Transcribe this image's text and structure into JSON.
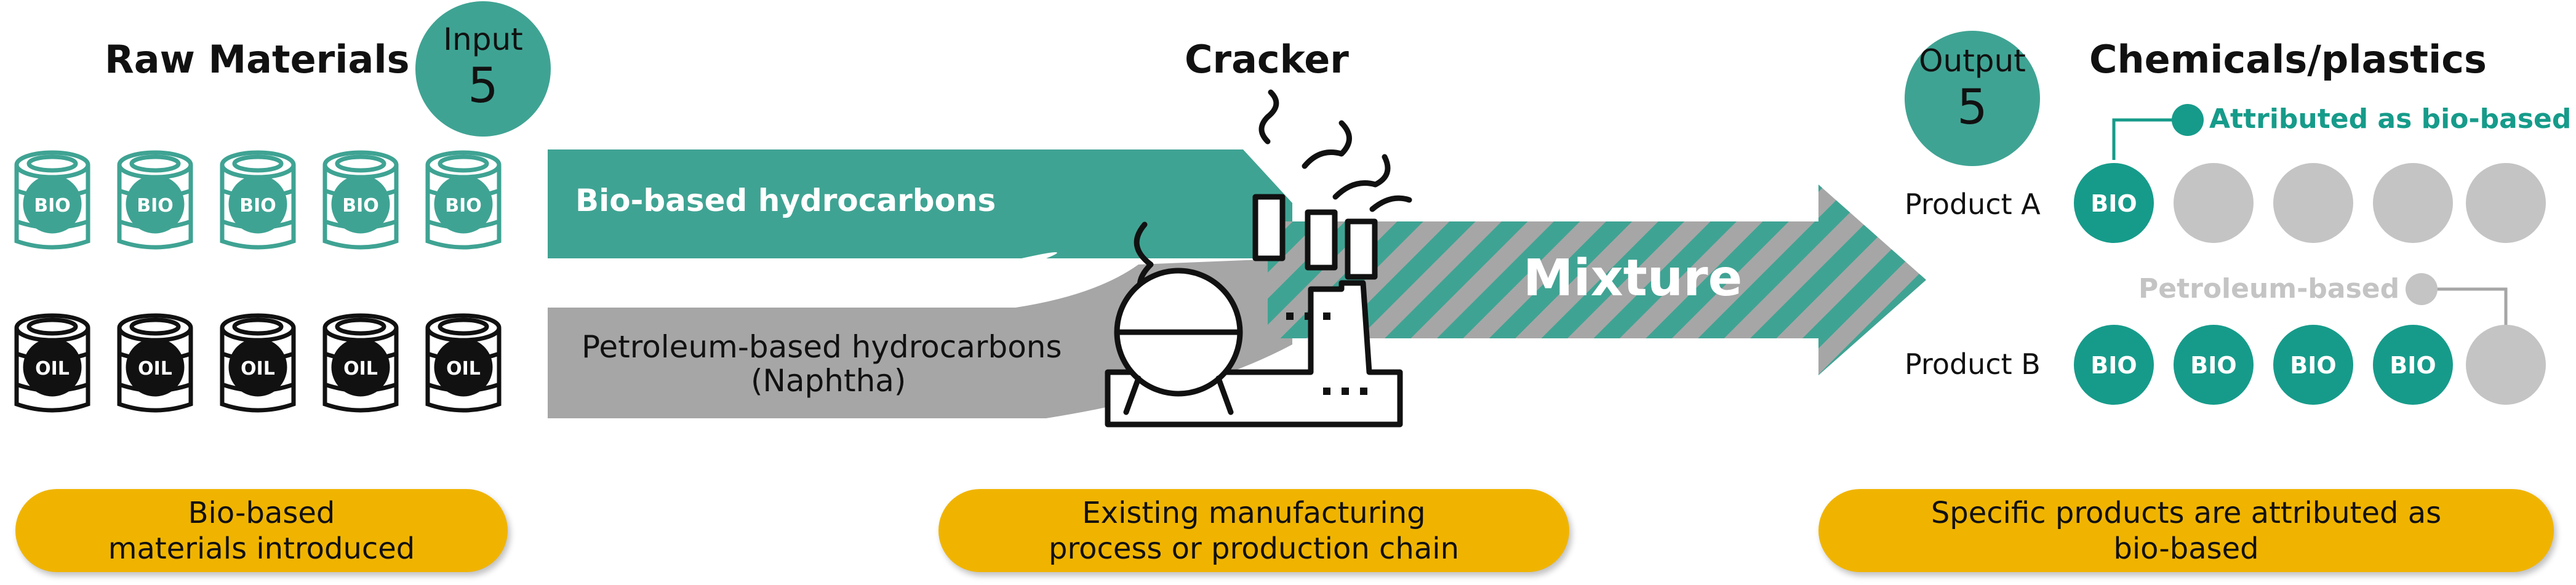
{
  "colors": {
    "bio": "#3fa393",
    "bio_dark": "#169b8a",
    "petroleum": "#a6a6a6",
    "gray_ball": "#c4c4c4",
    "pill": "#f0b400",
    "oil": "#111111"
  },
  "raw_materials": {
    "title": "Raw Materials",
    "input_badge": {
      "label": "Input",
      "value": "5"
    },
    "bio_drums": [
      "BIO",
      "BIO",
      "BIO",
      "BIO",
      "BIO"
    ],
    "oil_drums": [
      "OIL",
      "OIL",
      "OIL",
      "OIL",
      "OIL"
    ],
    "note": "Bio-based\nmaterials introduced"
  },
  "flows": {
    "bio": "Bio-based hydrocarbons",
    "petroleum_line1": "Petroleum-based hydrocarbons",
    "petroleum_line2": "(Naphtha)",
    "mixture": "Mixture"
  },
  "cracker": {
    "title": "Cracker",
    "icon": "factory-icon",
    "note": "Existing manufacturing\nprocess or production chain"
  },
  "output": {
    "title": "Chemicals/plastics",
    "output_badge": {
      "label": "Output",
      "value": "5"
    },
    "attributed_label": "Attributed as bio-based",
    "petroleum_label": "Petroleum-based",
    "product_a": {
      "label": "Product A",
      "balls": [
        "BIO",
        "",
        "",
        "",
        ""
      ]
    },
    "product_b": {
      "label": "Product B",
      "balls": [
        "BIO",
        "BIO",
        "BIO",
        "BIO",
        ""
      ]
    },
    "note": "Specific products are attributed as\nbio-based"
  }
}
